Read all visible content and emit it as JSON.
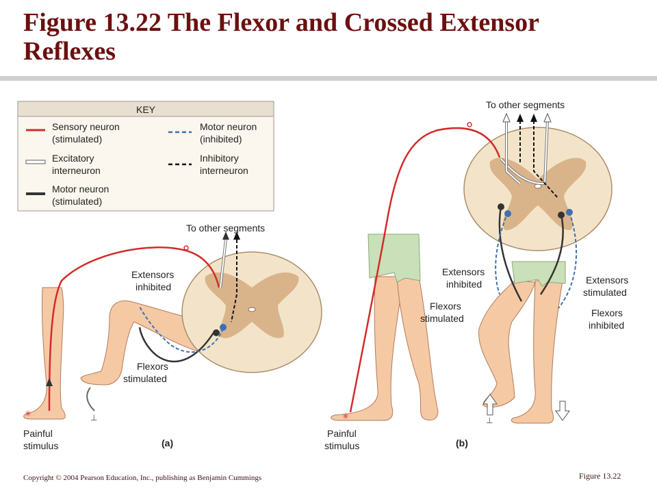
{
  "title": {
    "line1": "Figure 13.22  The Flexor and Crossed Extensor",
    "line2": "Reflexes"
  },
  "key": {
    "heading": "KEY",
    "items": [
      {
        "line1": "Sensory neuron",
        "line2": "(stimulated)"
      },
      {
        "line1": "Excitatory",
        "line2": "interneuron"
      },
      {
        "line1": "Motor neuron",
        "line2": "(stimulated)"
      },
      {
        "line1": "Motor neuron",
        "line2": "(inhibited)"
      },
      {
        "line1": "Inhibitory",
        "line2": "interneuron"
      }
    ]
  },
  "panel_a": {
    "to_other_segments": "To other segments",
    "extensors_inhibited": {
      "line1": "Extensors",
      "line2": "inhibited"
    },
    "flexors_stimulated": {
      "line1": "Flexors",
      "line2": "stimulated"
    },
    "painful_stimulus": {
      "line1": "Painful",
      "line2": "stimulus"
    },
    "letter": "(a)"
  },
  "panel_b": {
    "to_other_segments": "To other segments",
    "extensors_inhibited": {
      "line1": "Extensors",
      "line2": "inhibited"
    },
    "flexors_stimulated": {
      "line1": "Flexors",
      "line2": "stimulated"
    },
    "extensors_stimulated": {
      "line1": "Extensors",
      "line2": "stimulated"
    },
    "flexors_inhibited": {
      "line1": "Flexors",
      "line2": "inhibited"
    },
    "painful_stimulus": {
      "line1": "Painful",
      "line2": "stimulus"
    },
    "letter": "(b)"
  },
  "footer": {
    "copyright": "Copyright © 2004 Pearson Education, Inc., publishing as Benjamin Cummings",
    "figure": "Figure 13.22"
  },
  "colors": {
    "title": "#6b1010",
    "sensory": "#d42a2a",
    "motor_inhibited": "#3d6fb3",
    "skin": "#f6c9a5",
    "cord_white": "#f3e4c9",
    "cord_gray": "#d9b48b",
    "shorts": "#c9e0b8"
  }
}
